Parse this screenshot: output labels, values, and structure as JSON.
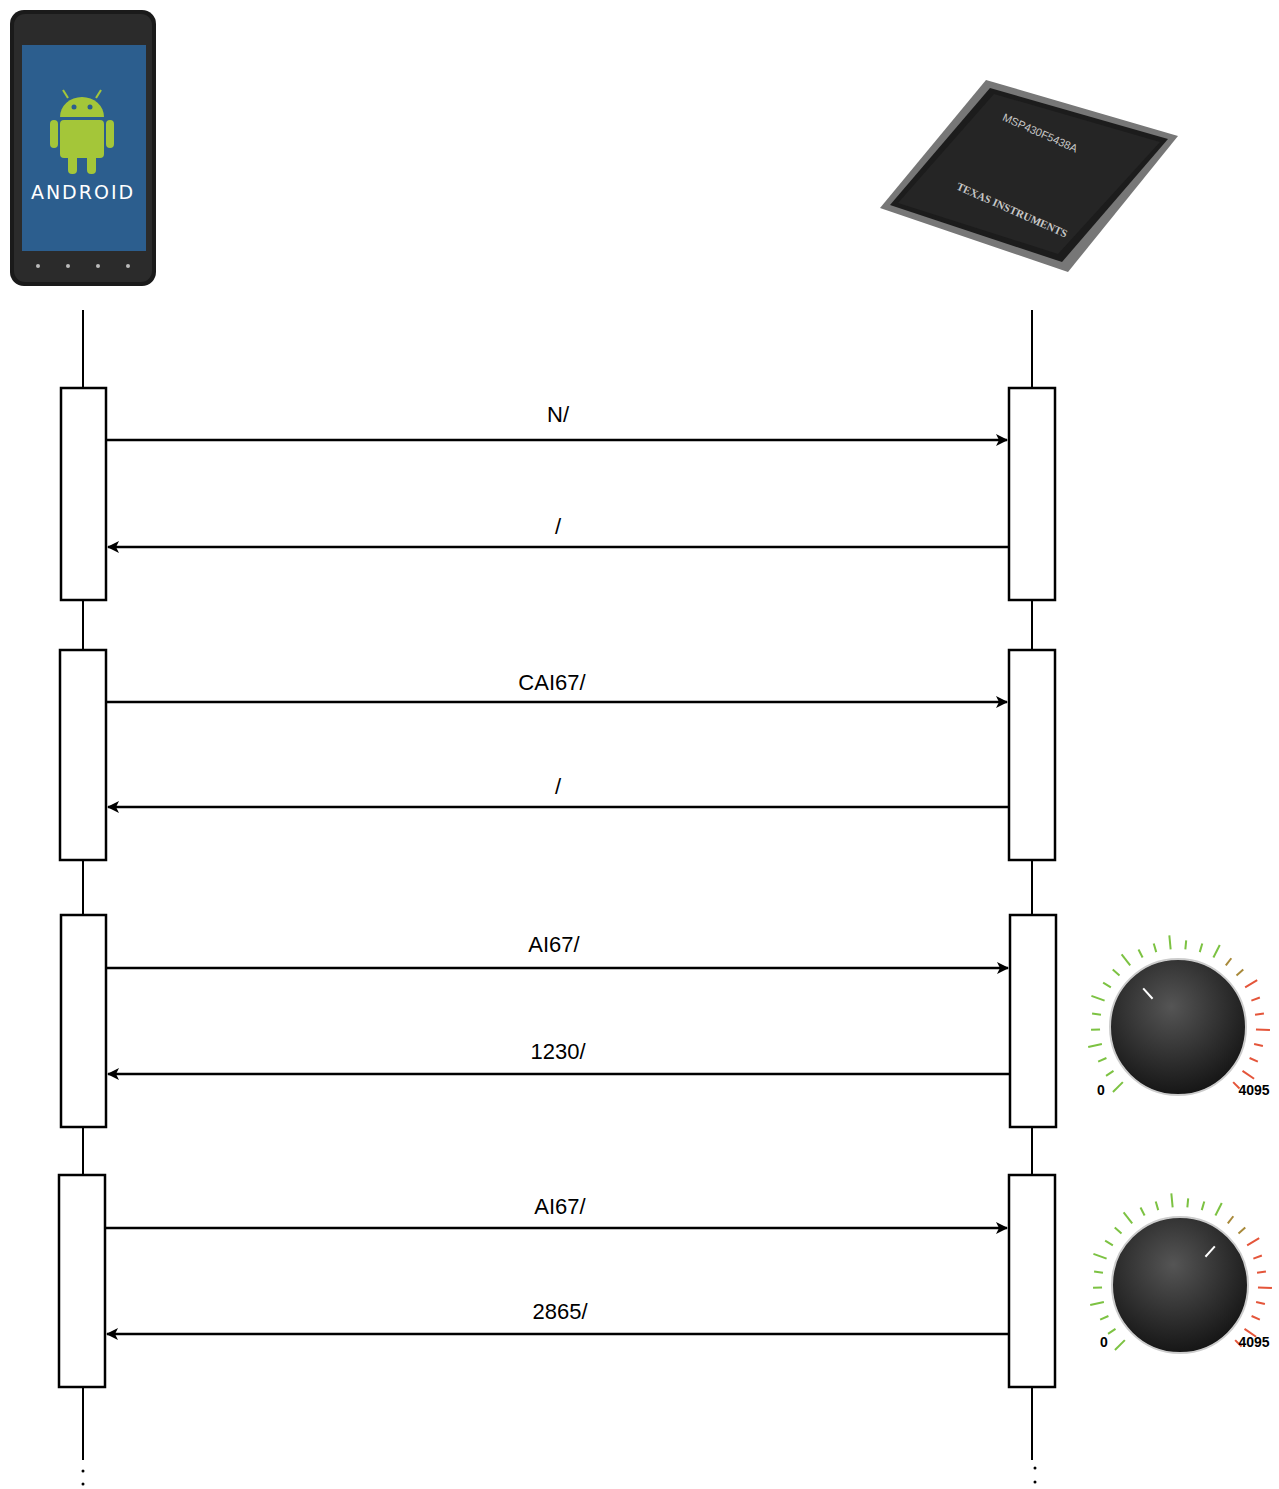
{
  "diagram": {
    "labels": [
      "ANDROID",
      "MSP430F5438A",
      "TEXAS INSTRUMENTS",
      "N/",
      "/",
      "CAI67/",
      "/",
      "AI67/",
      "1230/",
      "AI67/",
      "2865/",
      "0",
      "4095",
      "0",
      "4095"
    ]
  }
}
